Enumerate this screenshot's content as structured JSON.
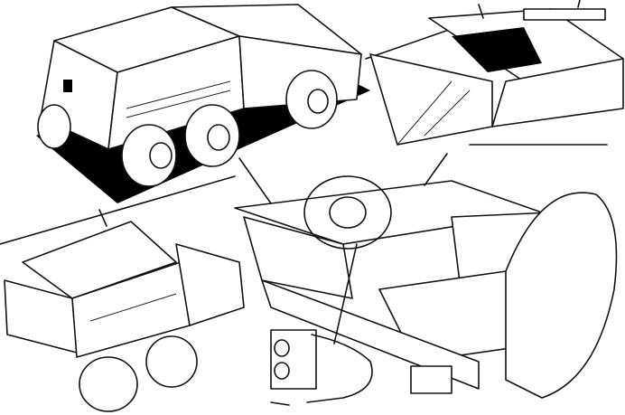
{
  "illustration": {
    "ink_color": "#111111",
    "paper_color": "#ffffff",
    "panels": [
      "vehicle-exterior-closed",
      "roof-hatch-open",
      "vehicle-rear-hatch-open",
      "cabin-interior"
    ]
  }
}
